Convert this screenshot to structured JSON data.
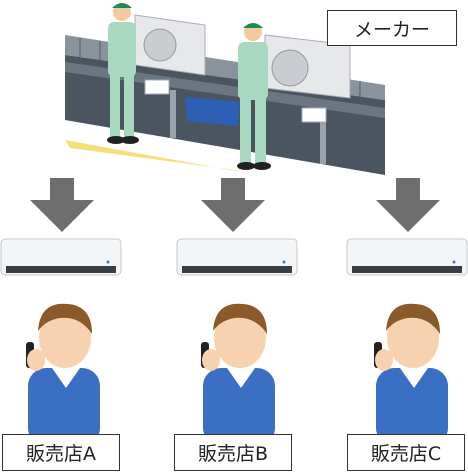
{
  "maker": {
    "label": "メーカー"
  },
  "stores": [
    {
      "label": "販売店A"
    },
    {
      "label": "販売店B"
    },
    {
      "label": "販売店C"
    }
  ],
  "colors": {
    "arrow": "#6e6e6e",
    "conveyor": "#4a5560",
    "worker_uniform": "#a8d8c0",
    "store_uniform": "#3b6fc4"
  }
}
